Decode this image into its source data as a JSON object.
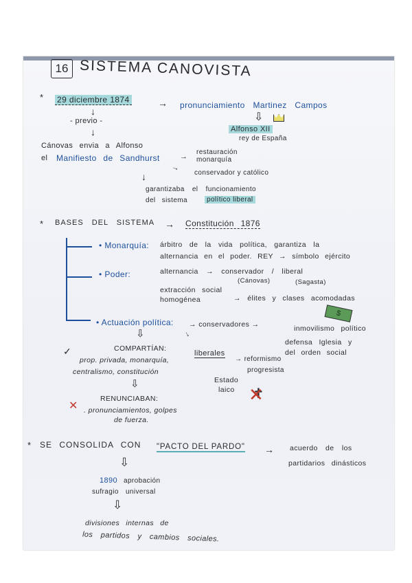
{
  "title": {
    "number": "16",
    "text": "SISTEMA CANOVISTA"
  },
  "section1": {
    "bullet": "*",
    "date": "29 diciembre 1874",
    "arrow": "→",
    "event": "pronunciamiento Martinez Campos",
    "previo": "- previo -",
    "alfonso": "Alfonso XII",
    "rey": "rey de España",
    "canovas": "Cánovas envia a Alfonso",
    "el": "el",
    "manifiesto": "Manifiesto de Sandhurst",
    "restauracion_1": "restauración",
    "restauracion_2": "monarquía",
    "conservador": "conservador y católico",
    "garantizaba_1": "garantizaba el funcionamiento",
    "garantizaba_2": "del sistema",
    "politico_liberal": "político liberal"
  },
  "section2": {
    "bullet": "*",
    "heading": "BASES DEL SISTEMA",
    "arrow": "→",
    "constitucion": "Constitución 1876",
    "monarquia_label": "• Monarquía:",
    "monarquia_1": "árbitro de la vida política, garantiza la",
    "monarquia_2": "alternancia en el poder. REY → símbolo ejército",
    "poder_label": "• Poder:",
    "poder_1": "alternancia → conservador / liberal",
    "canovas": "(Cánovas)",
    "sagasta": "(Sagasta)",
    "extraccion_1": "extracción social",
    "extraccion_2": "homogénea",
    "elites": "→ élites y clases acomodadas",
    "actuacion_label": "• Actuación política:",
    "conservadores": "→ conservadores →",
    "inmovilismo": "inmovilismo político",
    "defensa_1": "defensa Iglesia y",
    "defensa_2": "del orden social",
    "compartian": "COMPARTÍAN:",
    "compartian_1": "prop. privada, monarquía,",
    "compartian_2": "centralismo, constitución",
    "liberales": "liberales",
    "reformismo_1": "→ reformismo",
    "reformismo_2": "progresista",
    "estado_1": "Estado",
    "estado_2": "laico",
    "renunciaban": "RENUNCIABAN:",
    "renunciaban_1": ". pronunciamientos, golpes",
    "renunciaban_2": "de fuerza."
  },
  "section3": {
    "bullet": "*",
    "heading": "SE CONSOLIDA CON",
    "pacto": "\"PACTO DEL PARDO\"",
    "arrow": "→",
    "acuerdo_1": "acuerdo de los",
    "acuerdo_2": "partidarios dinásticos",
    "year": "1890",
    "aprobacion": "aprobación",
    "sufragio": "sufragio universal",
    "divisiones_1": "divisiones internas de",
    "divisiones_2": "los partidos y cambios sociales."
  },
  "icons": [
    "crown-icon",
    "money-icon",
    "crossed-cross-icon",
    "check-icon",
    "x-mark-icon",
    "hollow-down-arrow-icon"
  ],
  "colors": {
    "ink": "#2a2a2e",
    "blue_ink": "#1d4f9c",
    "highlight": "#a6d9dc",
    "crown": "#e8e06a",
    "money": "#5c9a58",
    "cross_out": "#c0392b"
  }
}
